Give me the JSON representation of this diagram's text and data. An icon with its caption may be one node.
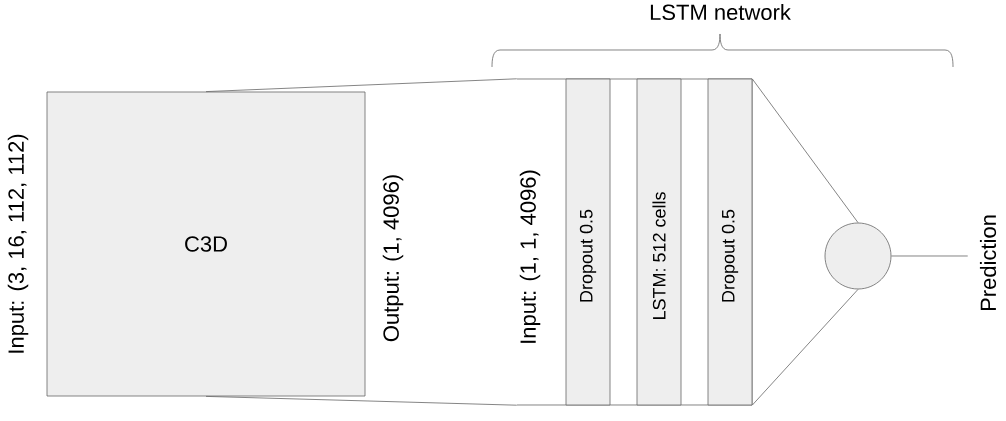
{
  "diagram": {
    "nodes": [
      {
        "text": [
          "C3D"
        ],
        "beside": [
          "Input: (3, 16, 112, 112)",
          "Output: (1, 4096)"
        ]
      },
      {
        "text": [
          "Input: (1, 1, 4096)"
        ]
      },
      {
        "text": [
          "Dropout 0.5"
        ],
        "in": 1
      },
      {
        "text": [
          "LSTM: 512 cells"
        ],
        "in": 1
      },
      {
        "text": [
          "Dropout 0.5"
        ],
        "in": 1
      },
      {
        "text": [],
        "shape": "circle"
      },
      {
        "text": [
          "Prediction"
        ]
      }
    ],
    "edges": [
      {
        "from": 0,
        "to": 1,
        "arrow": "none"
      },
      {
        "from": 0,
        "to": 1,
        "arrow": "none"
      },
      {
        "from": 1,
        "to": 5,
        "arrow": "none"
      },
      {
        "from": 1,
        "to": 5,
        "arrow": "none"
      },
      {
        "from": 5,
        "to": 6,
        "arrow": "none"
      }
    ],
    "labels": [
      "LSTM network"
    ]
  }
}
